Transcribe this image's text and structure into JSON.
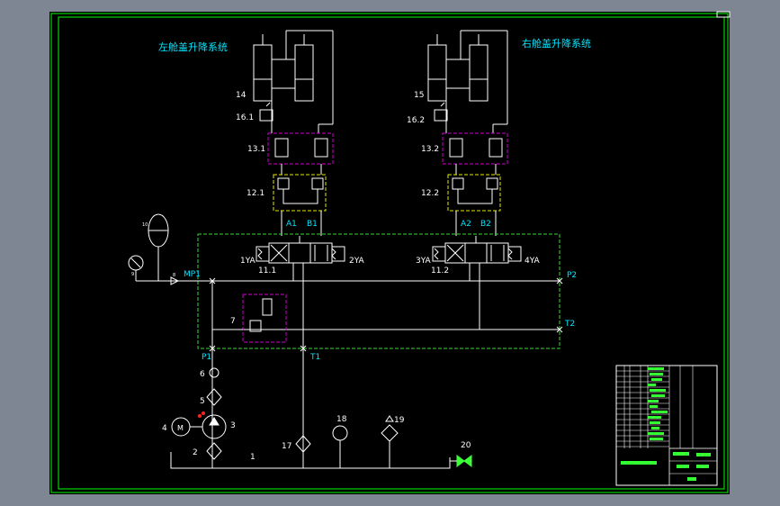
{
  "titles": {
    "left_system": "左舱盖升降系统",
    "right_system": "右舱盖升降系统"
  },
  "labels": {
    "cyl_left": "14",
    "cyl_right": "15",
    "relief_left": "16.1",
    "relief_right": "16.2",
    "lock_left": "13.1",
    "lock_right": "13.2",
    "throttle_left": "12.1",
    "throttle_right": "12.2",
    "port_a1": "A1",
    "port_b1": "B1",
    "port_a2": "A2",
    "port_b2": "B2",
    "valve_left": "11.1",
    "valve_right": "11.2",
    "sol_1ya": "1YA",
    "sol_2ya": "2YA",
    "sol_3ya": "3YA",
    "sol_4ya": "4YA",
    "port_mp1": "MP1",
    "port_p1": "P1",
    "port_t1": "T1",
    "port_p2": "P2",
    "port_t2": "T2",
    "c7": "7",
    "c6": "6",
    "c5": "5",
    "c4": "4",
    "c3": "3",
    "c2": "2",
    "c1": "1",
    "c17": "17",
    "c18": "18",
    "c19": "19",
    "c20": "20",
    "c8": "8",
    "c9": "9",
    "c10": "10",
    "motor_m": "M"
  },
  "colors": {
    "background": "#000000",
    "frame": "#00ff00",
    "lines": "#ffffff",
    "text_white": "#ffffff",
    "text_cyan": "#00e5ff",
    "dashed_green": "#38d838",
    "magenta": "#d000d0",
    "yellow": "#e6e600",
    "red": "#ff2020"
  }
}
